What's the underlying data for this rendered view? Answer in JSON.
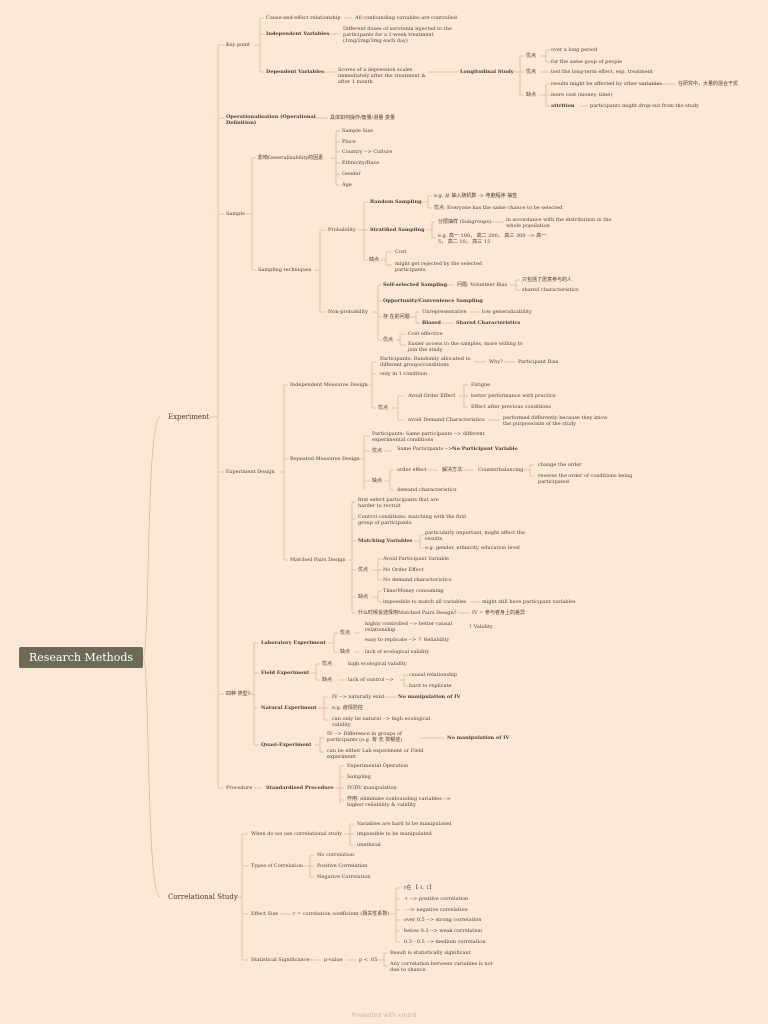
{
  "root": "Research Methods",
  "footer": "Presented with xmind",
  "experiment": {
    "label": "Experiment",
    "keypoint": {
      "label": "Key point",
      "cause_effect": "Cause-and-effect relationship",
      "cause_effect_note": "All confounding variables are controlled",
      "iv": "Independent Variables",
      "iv_note": "Different doses of serotonin injected to the participants for a 1-week treatment (1mg/2mg/3mg each day)",
      "dv": "Dependent Variables",
      "dv_note": "Scores of a depression scales immediately after the treatment & after 1 month",
      "longitudinal": "Longitudinal Study",
      "pros": "优点",
      "cons": "缺点",
      "pro_items": [
        "over a long period",
        "for the same goup of people"
      ],
      "pro2": "test the long-term effect, esp. treatment",
      "con_items": [
        "results might be affected by other variables",
        "more cost (money, time)"
      ],
      "con_note": "在研究中，大量的混合干扰",
      "attrition": "attrition",
      "attrition_note": "participants might drop-out from the study"
    },
    "operational": {
      "label": "Operationalisation (Operational Definition)",
      "note": "具体如何操作/衡量/测量 变量"
    },
    "sample": {
      "label": "Sample",
      "generalizability": "影响Generalizability的因素",
      "gen_items": [
        "Sample Size",
        "Place",
        "Country --> Culture",
        "Ethnicity/Race",
        "Gender",
        "Age"
      ],
      "techniques": "Sampling techniques",
      "probability": "Probability",
      "random": "Random Sampling",
      "random_eg": "e.g. 从 抽入随机数 -> 电脑程序 抽签",
      "random_pro_label": "优点",
      "random_pro": "Everyone has the same chance to be selected",
      "stratified": "Stratified Sampling",
      "strat_sub": "分层抽样 (Subgroups)",
      "strat_sub_note": "in accordance with the distribution in the whole population",
      "strat_eg": "e.g. 高一 100， 高二 200， 高三 300 --> 高一 5， 高二 10， 高三 15",
      "prob_cons_label": "缺点",
      "prob_cons": [
        "Cost",
        "might get rejected by the selected participants"
      ],
      "nonprob": "Non-probability",
      "self_selected": "Self-selected Sampling",
      "self_note": "问题: Volunteer Bias",
      "self_note2": [
        "只包括了愿意参与的人",
        "shared characteristics"
      ],
      "opportunity": "Opportunity/Convenience Sampling",
      "cons_label": "存 在的问题",
      "unrep": "Unrepresentative",
      "unrep_note": "low generalizability",
      "biased": "Biased",
      "biased_note": "Shared Characteristics",
      "np_pros_label": "优点",
      "np_pros": [
        "Cost effective",
        "Easier access to the samples, more willing to join the study"
      ]
    },
    "design": {
      "label": "Experiment Design",
      "independent": "Independent Measures Design",
      "ind_participants": "Participants: Randomly allocated to different groups/conditions",
      "ind_why": "Why?",
      "ind_bias": "Participant Bias",
      "ind_only": "only in 1 condition",
      "ind_pro_label": "优点",
      "ind_avoid_order": "Avoid Order Effect",
      "ind_order_items": [
        "Fatigue",
        "better performance with practice",
        "Effect after previous conditions"
      ],
      "ind_avoid_demand": "avoid Demand Characteristics",
      "ind_demand_note": "performed differently because they know the purpose/aim of the study",
      "repeated": "Repeated Measures Design",
      "rep_participants": "Participants: Same participants --> different experimental conditions",
      "rep_pro_label": "优点",
      "rep_same": "Same Participants -->",
      "rep_no_pv": "No Participant Variable",
      "rep_con_label": "缺点",
      "rep_order": "order effect",
      "rep_solve": "解决方法",
      "rep_counter": "Counterbalancing",
      "rep_counter_items": [
        "change the order",
        "reverse the order of conditions being participated"
      ],
      "rep_demand": "demand characteristics",
      "matched": "Matched Pairs Design",
      "mat_first": "first select participants that are harder to recruit",
      "mat_control": "Control conditions: matching with the first group of participants",
      "mat_vars": "Matching Variables",
      "mat_var_items": [
        "particularly important, might affect the results",
        "e.g. gender, ethnicity, education level"
      ],
      "mat_pro_label": "优点",
      "mat_pros": [
        "Avoid Participant Variable",
        "No Order Effect",
        "No demand characteristics"
      ],
      "mat_con_label": "缺点",
      "mat_cons": [
        "Time/Money consuming",
        "impossible to match all variables"
      ],
      "mat_still": "might still have participant variables",
      "mat_when": "什么时候会选择用Matched Pairs Design?",
      "mat_when_note": "IV = 参与者身上的差异"
    },
    "types": {
      "label": "四种 类型?",
      "lab": "Laboratory Experiment",
      "lab_pro_label": "优点",
      "lab_pro1": "highly controlled --> better causal relationship",
      "lab_validity": "↑ Validity",
      "lab_pro2": "easy to replicate --> ↑ Reliability",
      "lab_con_label": "缺点",
      "lab_con": "lack of ecological validity",
      "field": "Field Experiment",
      "field_pro_label": "优点",
      "field_pro": "high ecological validity",
      "field_con_label": "缺点",
      "field_con": "lack of control -->",
      "field_con_items": [
        "causal relationship",
        "hard to replicate"
      ],
      "natural": "Natural Experiment",
      "nat_iv": "IV --> naturally exist",
      "nat_no": "No manipulation of IV",
      "nat_eg": "e.g. 疫情防控",
      "nat_only": "can only be natural --> high ecological validity",
      "quasi": "Quasi-Experiment",
      "quasi_iv": "IV --> Difference in groups of participants (e.g. 有 无 抑郁症)",
      "quasi_no": "No manipulation of IV",
      "quasi_either": "can be either Lab experiment or Field experiment"
    },
    "procedure": {
      "label": "Procedure",
      "std": "Standardized Procedure",
      "items": [
        "Experimental Operation",
        "Sampling",
        "IV/DV manipulation",
        "作用: eliminate confounding variables --> higher reliability & validity"
      ]
    }
  },
  "correlational": {
    "label": "Correlational Study",
    "when": "When do we use correlational study",
    "when_items": [
      "Variables are hard to be manipulated",
      "impossible to be manipulated",
      "unethical"
    ],
    "types": "Types of Correlation",
    "type_items": [
      "No correlation",
      "Positive Correlation",
      "Negative Correlation"
    ],
    "effect": "Effect Size",
    "effect_r": "r = correlation coefficient (相关性系数)",
    "effect_items": [
      "r在 【-1, 1】",
      "+ --> positive correlation",
      "- --> negative correlation",
      "over 0.5 --> strong correlation",
      "below 0.3 --> weak correlation",
      "0.3 - 0.5 --> medium correlation"
    ],
    "sig": "Statistical Significance",
    "pvalue": "p-value",
    "plt": "p < .05",
    "sig_items": [
      "Result is statistically significant",
      "Any correlation between variables is not due to chance"
    ]
  }
}
